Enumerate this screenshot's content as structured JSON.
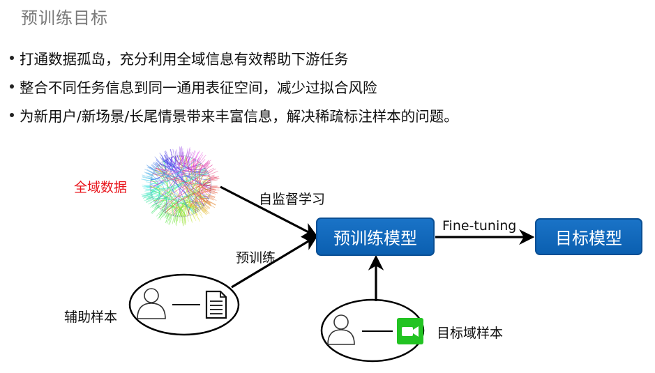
{
  "title": "预训练目标",
  "bullets": [
    "打通数据孤岛，充分利用全域信息有效帮助下游任务",
    "整合不同任务信息到同一通用表征空间，减少过拟合风险",
    "为新用户/新场景/长尾情景带来丰富信息，解决稀疏标注样本的问题。"
  ],
  "diagram": {
    "global_data_label": "全域数据",
    "self_supervised_label": "自监督学习",
    "pretrain_label": "预训练",
    "pretrain_model_box": "预训练模型",
    "finetune_label": "Fine-tuning",
    "target_model_box": "目标模型",
    "aux_sample_label": "辅助样本",
    "target_domain_label": "目标域样本"
  },
  "colors": {
    "box_blue": "#0b63b6",
    "global_data_red": "#e8141b",
    "video_green": "#22c322"
  },
  "icons": [
    "network-graph-icon",
    "user-icon",
    "document-icon",
    "video-camera-icon"
  ]
}
